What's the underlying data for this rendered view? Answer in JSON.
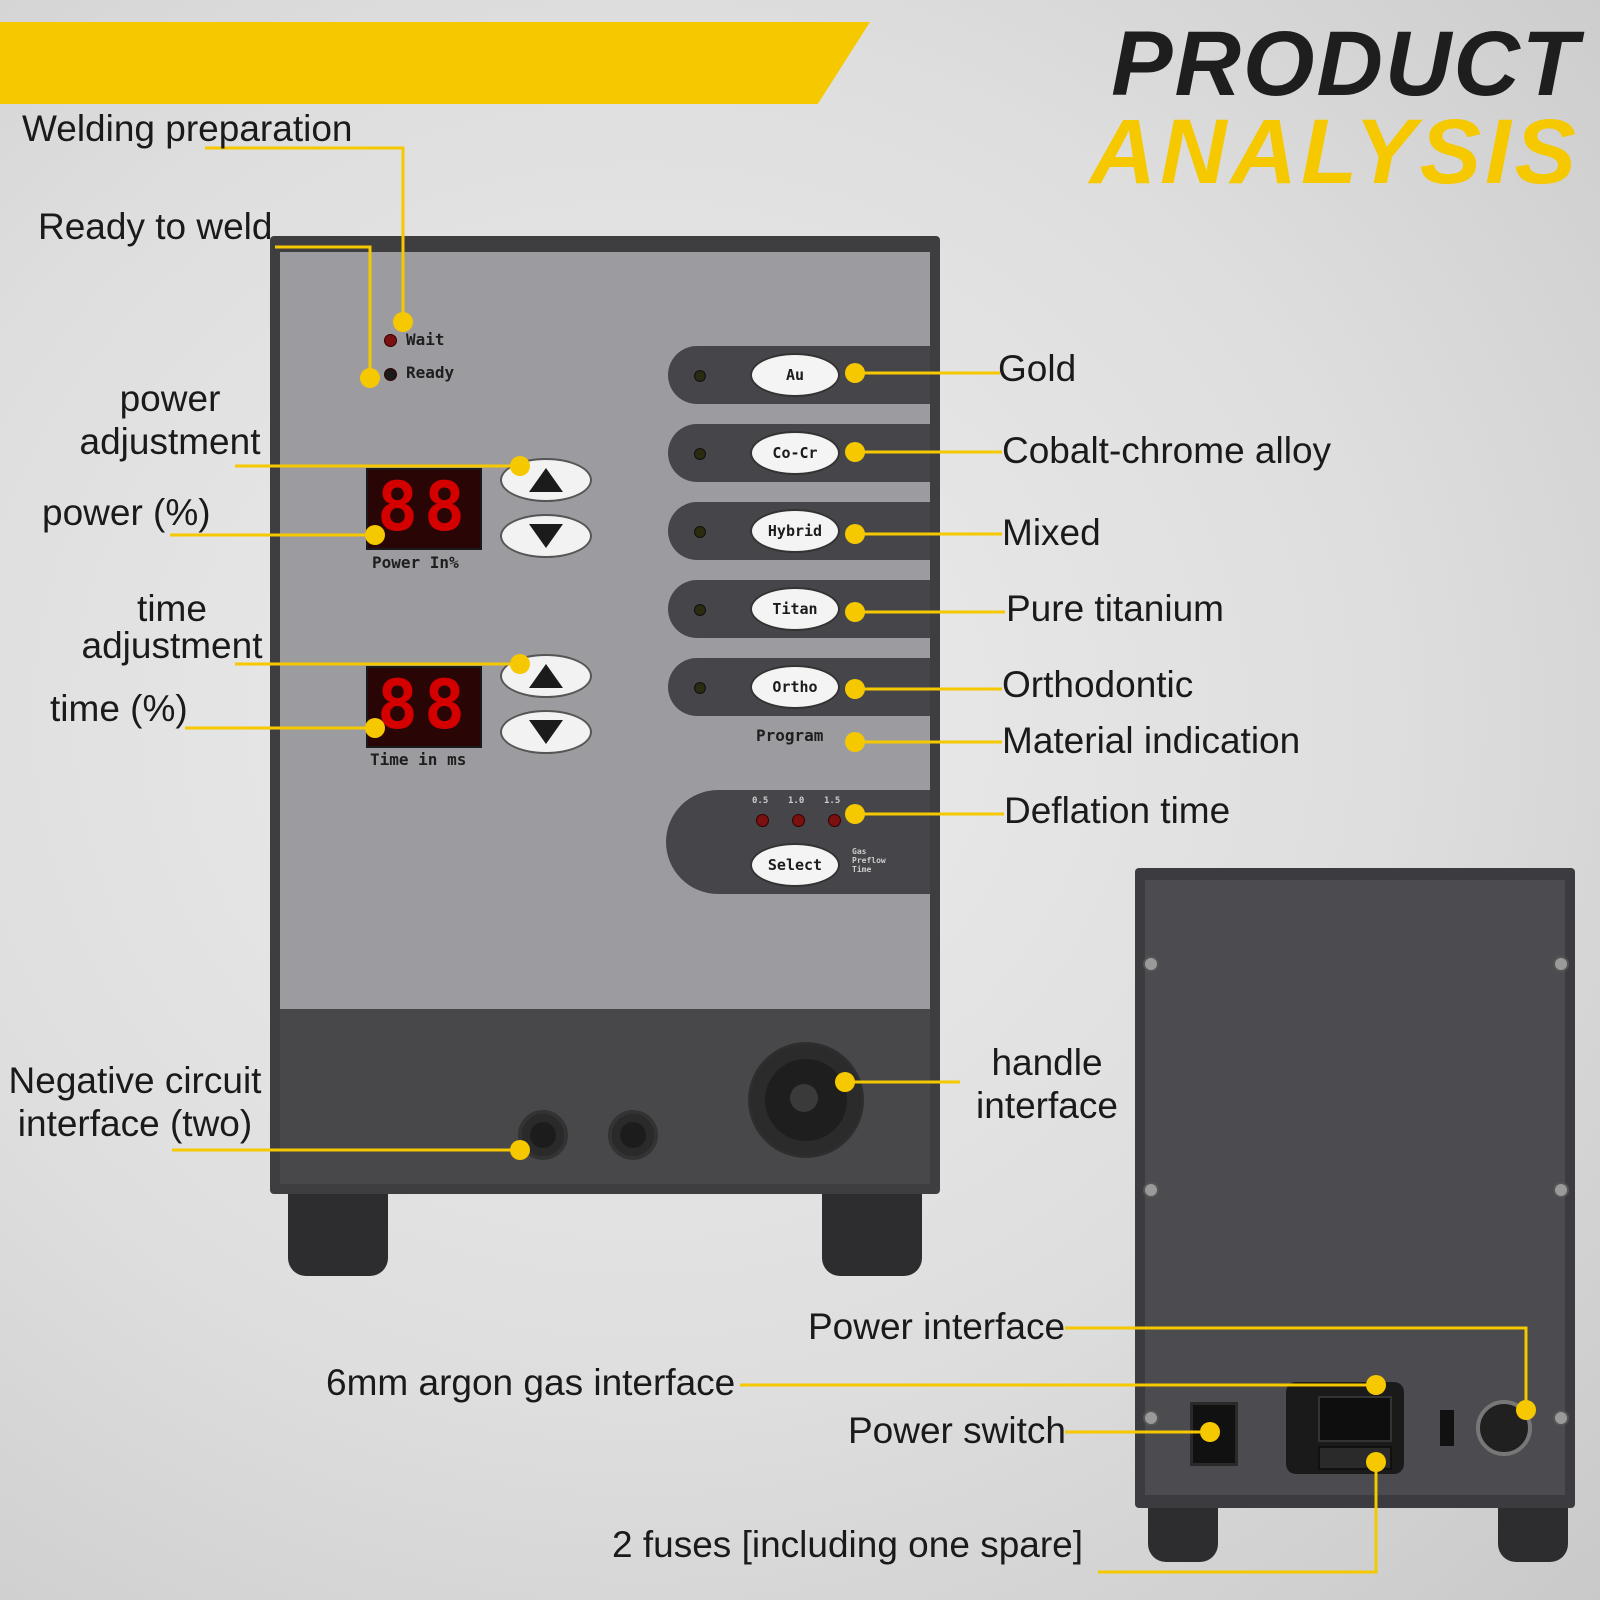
{
  "header": {
    "title_line1": "PRODUCT",
    "title_line2": "ANALYSIS"
  },
  "colors": {
    "accent": "#f5c800",
    "device_body": "#3e3e41",
    "panel": "#9c9ca0",
    "display_digits": "#d40000"
  },
  "device_front": {
    "led_wait": "Wait",
    "led_ready": "Ready",
    "power_display": "88",
    "power_caption": "Power  In%",
    "time_display": "88",
    "time_caption": "Time  in  ms",
    "materials": [
      "Au",
      "Co-Cr",
      "Hybrid",
      "Titan",
      "Ortho"
    ],
    "program_label": "Program",
    "deflation_steps": [
      "0.5",
      "1.0",
      "1.5"
    ],
    "select_button": "Select",
    "gas_caption": "Gas\nPreflow\nTime"
  },
  "labels": {
    "welding_preparation": "Welding preparation",
    "ready_to_weld": "Ready to weld",
    "power_adjustment": "power\nadjustment",
    "power_percent": "power (%)",
    "time_adjustment": "time\nadjustment",
    "time_percent": "time (%)",
    "negative_circuit": "Negative circuit\ninterface (two)",
    "gold": "Gold",
    "cobalt_chrome": "Cobalt-chrome alloy",
    "mixed": "Mixed",
    "pure_titanium": "Pure titanium",
    "orthodontic": "Orthodontic",
    "material_indication": "Material indication",
    "deflation_time": "Deflation time",
    "handle_interface": "handle\ninterface",
    "power_interface": "Power interface",
    "argon_interface": "6mm argon gas interface",
    "power_switch": "Power switch",
    "fuses": "2 fuses [including one spare]"
  },
  "icons": [
    "up-arrow-icon",
    "down-arrow-icon"
  ]
}
